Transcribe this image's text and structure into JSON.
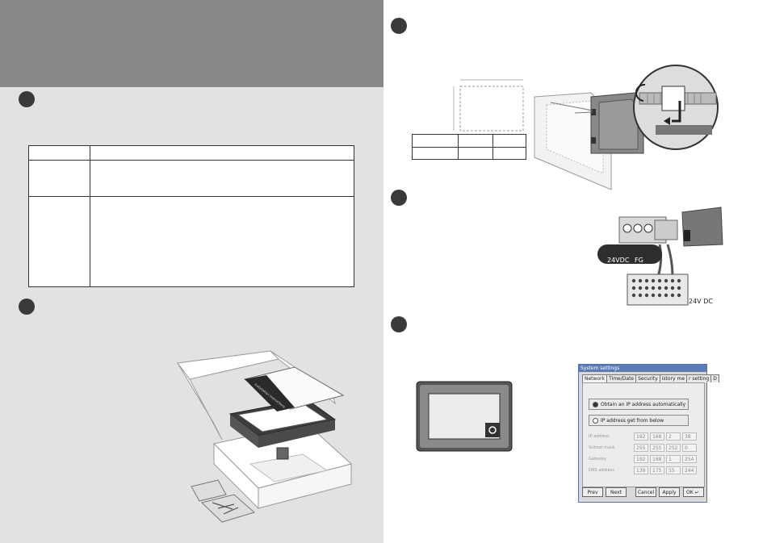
{
  "power": {
    "symbol_24vdc": "24VDC",
    "symbol_fg": "FG",
    "supply_label": "24V DC"
  },
  "packaging": {
    "manual_cover_text": "Installation Instructions"
  },
  "system_settings": {
    "title": "System settings",
    "tabs": [
      "Network",
      "Time/Date",
      "Security",
      "istory me",
      "r setting",
      "D"
    ],
    "option_auto": "Obtain an IP address automatically",
    "option_manual": "IP address get from below",
    "fields": [
      {
        "label": "IP address",
        "values": [
          "192",
          "168",
          "2",
          "38"
        ]
      },
      {
        "label": "Subnet mask",
        "values": [
          "255",
          "255",
          "252",
          "0"
        ]
      },
      {
        "label": "Gateway",
        "values": [
          "192",
          "168",
          "1",
          "254"
        ]
      },
      {
        "label": "DNS address",
        "values": [
          "139",
          "175",
          "55",
          "244"
        ]
      }
    ],
    "buttons": {
      "prev": "Prev",
      "next": "Next",
      "cancel": "Cancel",
      "apply": "Apply",
      "ok": "OK"
    }
  }
}
